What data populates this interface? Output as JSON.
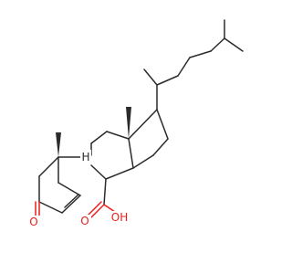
{
  "molecule": {
    "atom_labels": {
      "ring_h": "H",
      "ketone_o": "O",
      "acid_o": "O",
      "acid_oh": "OH"
    },
    "colors": {
      "bond": "#2b2b2b",
      "oxygen": "#e8201b",
      "background": "#ffffff"
    }
  }
}
